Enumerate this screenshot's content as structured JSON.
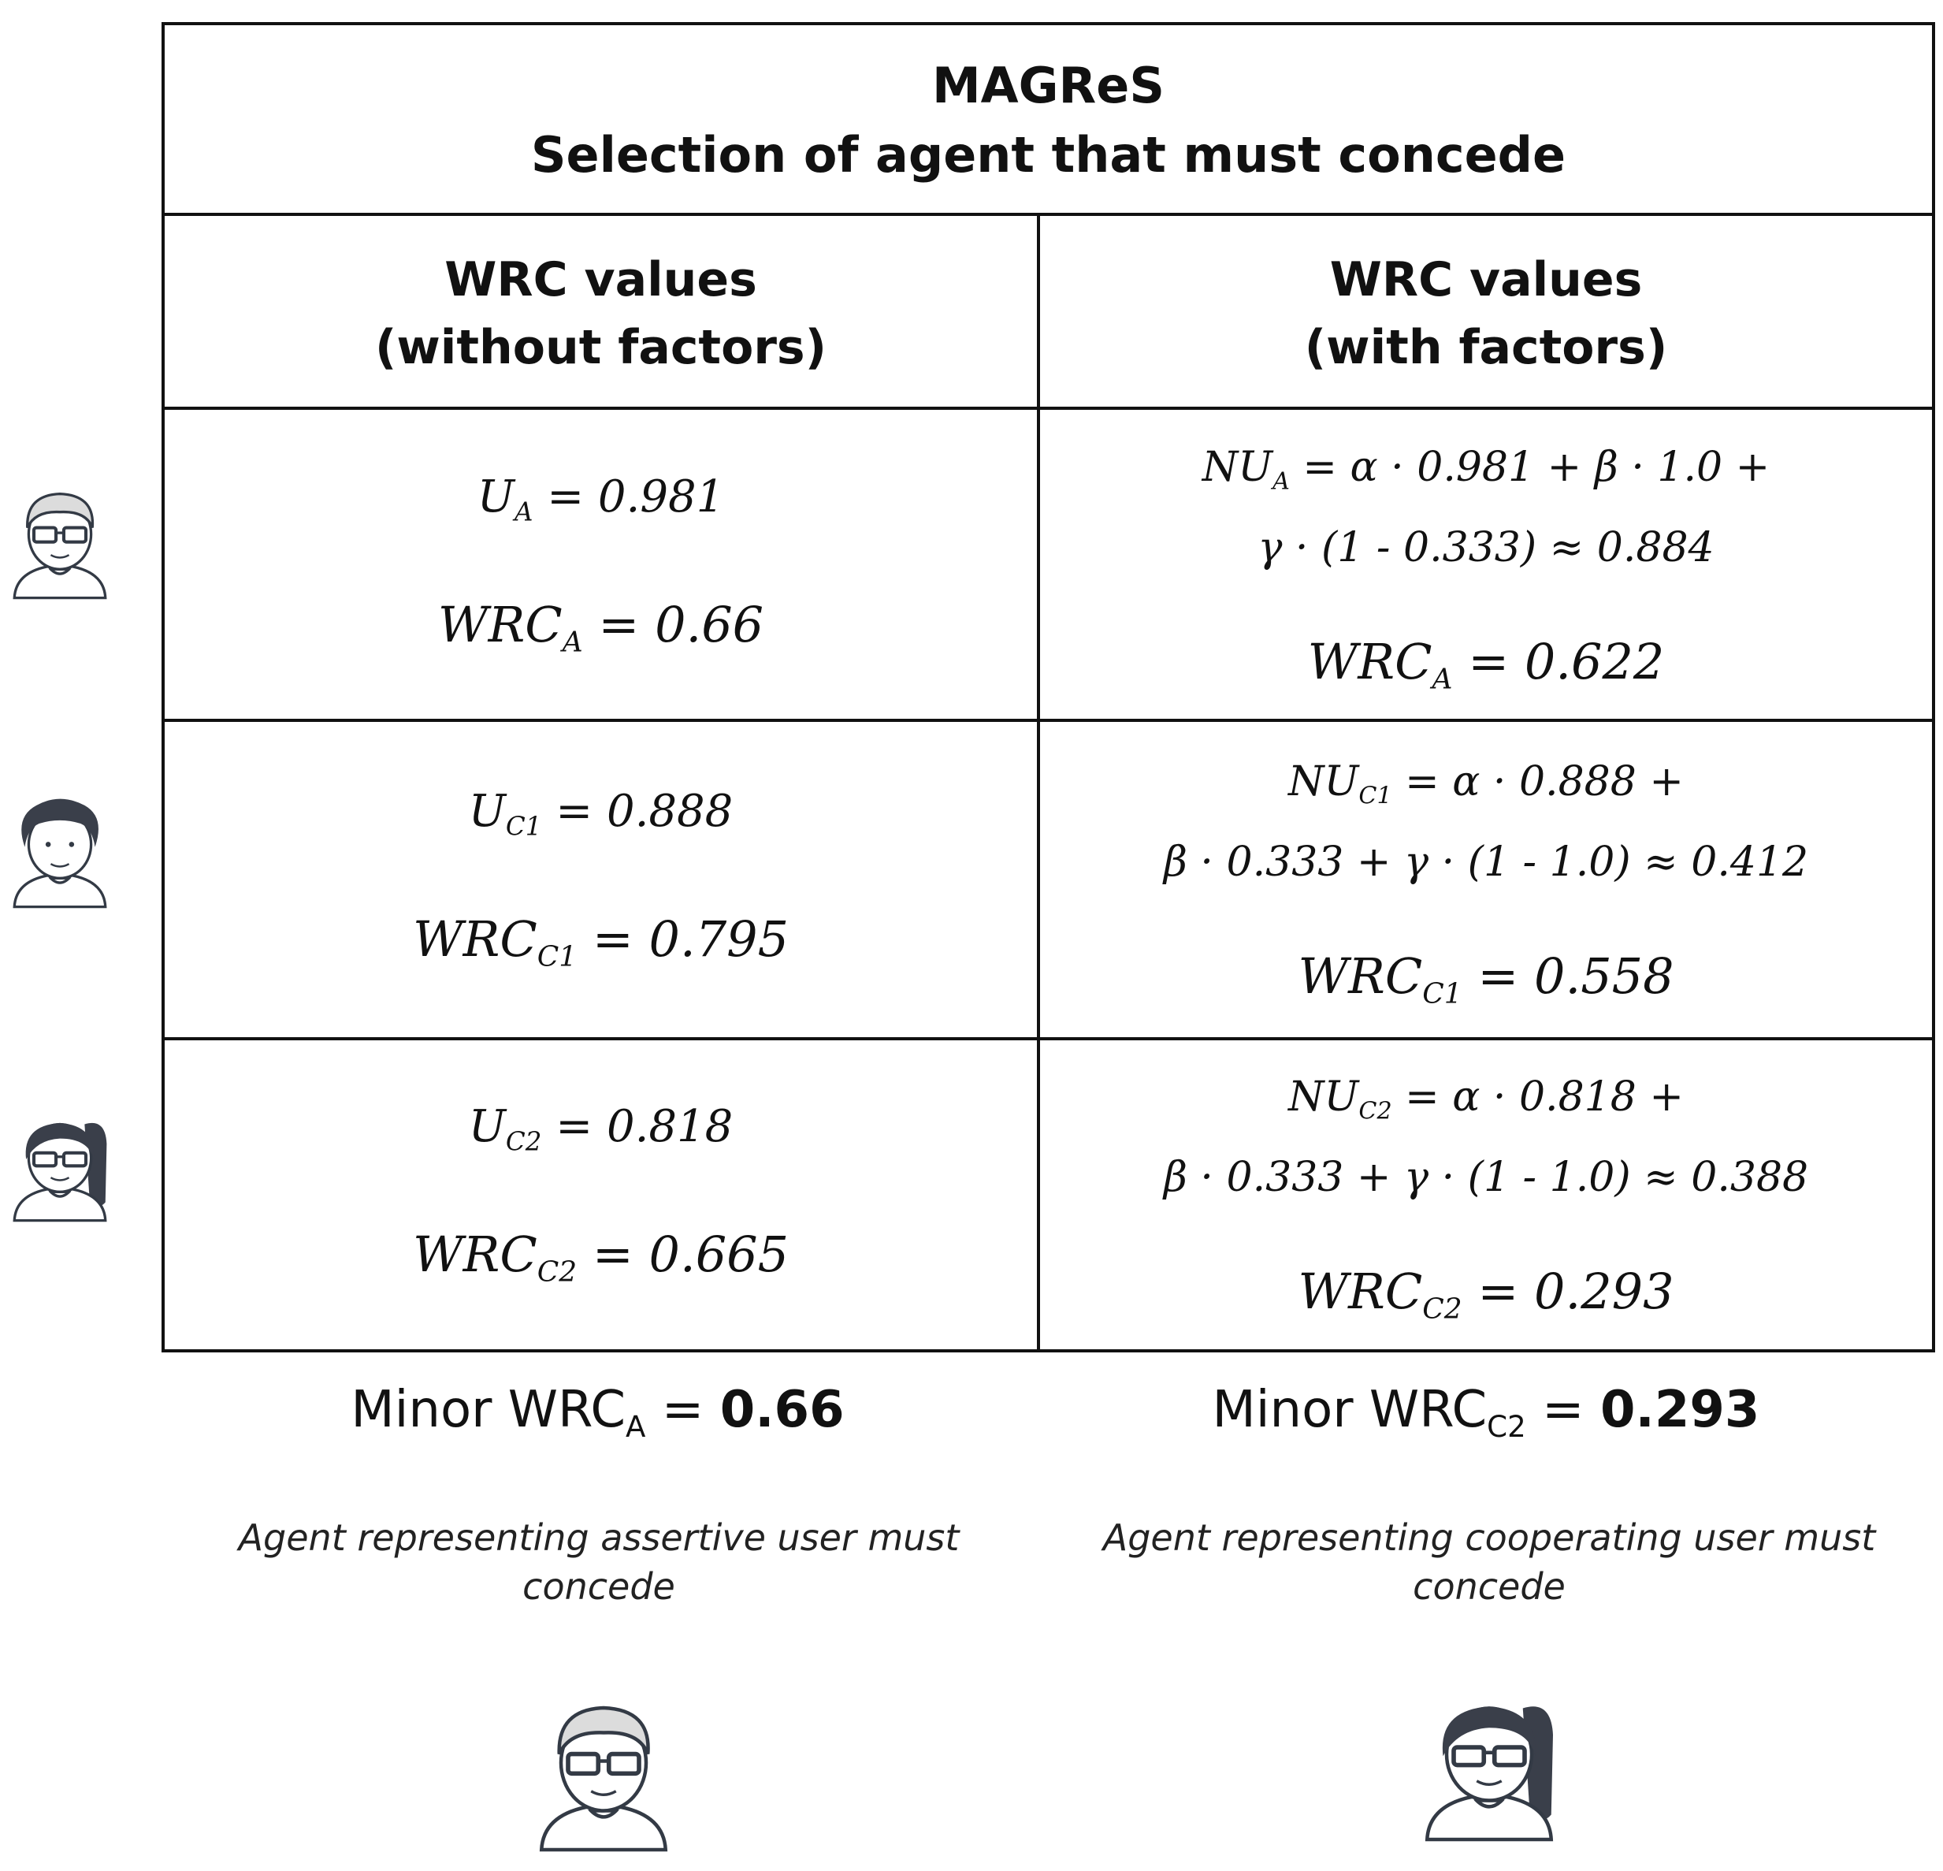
{
  "title": {
    "line1": "MAGReS",
    "line2": "Selection of agent that must concede"
  },
  "columns": {
    "left": {
      "line1": "WRC values",
      "line2": "(without factors)"
    },
    "right": {
      "line1": "WRC values",
      "line2": "(with factors)"
    }
  },
  "rows": [
    {
      "agent": "A",
      "u": {
        "base": "U",
        "sub": "A",
        "rest": " = 0.981"
      },
      "wrc_left": {
        "base": "WRC",
        "sub": "A",
        "rest": " = 0.66"
      },
      "nu_line1": {
        "base": "NU",
        "sub": "A",
        "rest": " = α · 0.981 + β · 1.0 +"
      },
      "nu_line2": "γ · (1 - 0.333) ≈ 0.884",
      "wrc_right": {
        "base": "WRC",
        "sub": "A",
        "rest": " = 0.622"
      }
    },
    {
      "agent": "C1",
      "u": {
        "base": "U",
        "sub": "C1",
        "rest": " = 0.888"
      },
      "wrc_left": {
        "base": "WRC",
        "sub": "C1",
        "rest": " = 0.795"
      },
      "nu_line1": {
        "base": "NU",
        "sub": "C1",
        "rest": " = α · 0.888 +"
      },
      "nu_line2": "β · 0.333 + γ · (1 - 1.0) ≈ 0.412",
      "wrc_right": {
        "base": "WRC",
        "sub": "C1",
        "rest": " = 0.558"
      }
    },
    {
      "agent": "C2",
      "u": {
        "base": "U",
        "sub": "C2",
        "rest": " = 0.818"
      },
      "wrc_left": {
        "base": "WRC",
        "sub": "C2",
        "rest": " = 0.665"
      },
      "nu_line1": {
        "base": "NU",
        "sub": "C2",
        "rest": " = α · 0.818 +"
      },
      "nu_line2": "β · 0.333 + γ · (1 - 1.0) ≈ 0.388",
      "wrc_right": {
        "base": "WRC",
        "sub": "C2",
        "rest": " = 0.293"
      }
    }
  ],
  "summary": {
    "left": {
      "prefix": "Minor WRC",
      "sub": "A",
      "eq": " = ",
      "value": "0.66"
    },
    "right": {
      "prefix": "Minor WRC",
      "sub": "C2",
      "eq": " = ",
      "value": "0.293"
    }
  },
  "notes": {
    "left": "Agent representing assertive user must concede",
    "right": "Agent representing cooperating user must concede"
  },
  "colors": {
    "line": "#111111",
    "avatar_stroke": "#333a45",
    "avatar_hair_dark": "#3a3f4a",
    "avatar_hair_light": "#dcdcdc"
  },
  "icons": [
    "man-glasses-avatar-icon",
    "curly-hair-avatar-icon",
    "woman-ponytail-glasses-avatar-icon"
  ]
}
